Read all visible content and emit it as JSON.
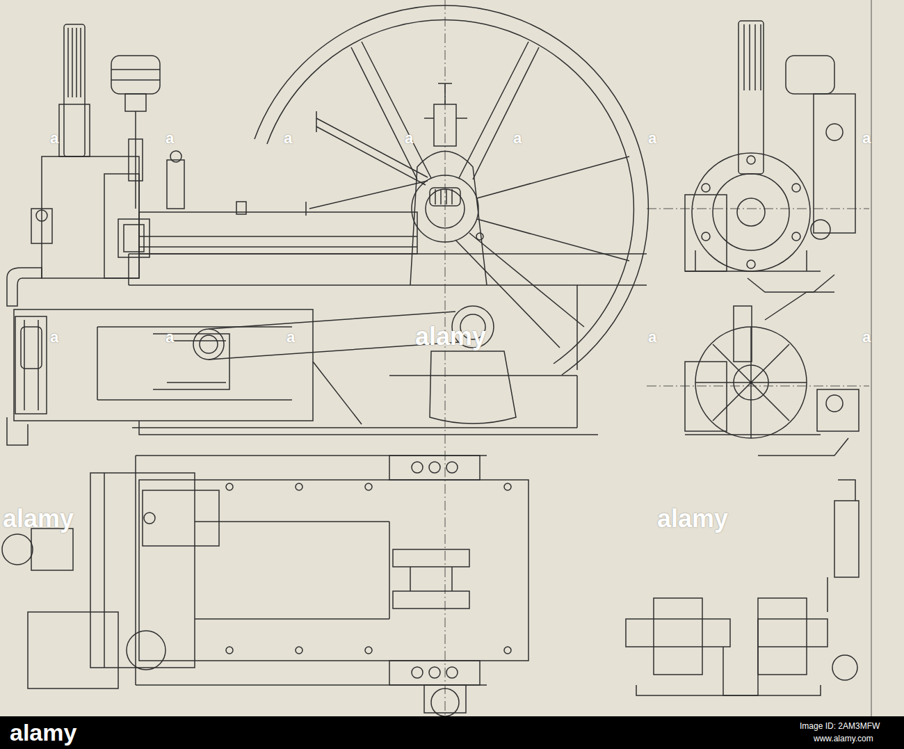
{
  "diagram": {
    "labels": [
      "a",
      "a",
      "a",
      "a",
      "a",
      "a",
      "a",
      "a",
      "a",
      "a",
      "a",
      "a",
      "alamy",
      "alamy",
      "alamy",
      "alamy",
      "Image ID: 2AM3MFW",
      "www.alamy.com"
    ]
  }
}
